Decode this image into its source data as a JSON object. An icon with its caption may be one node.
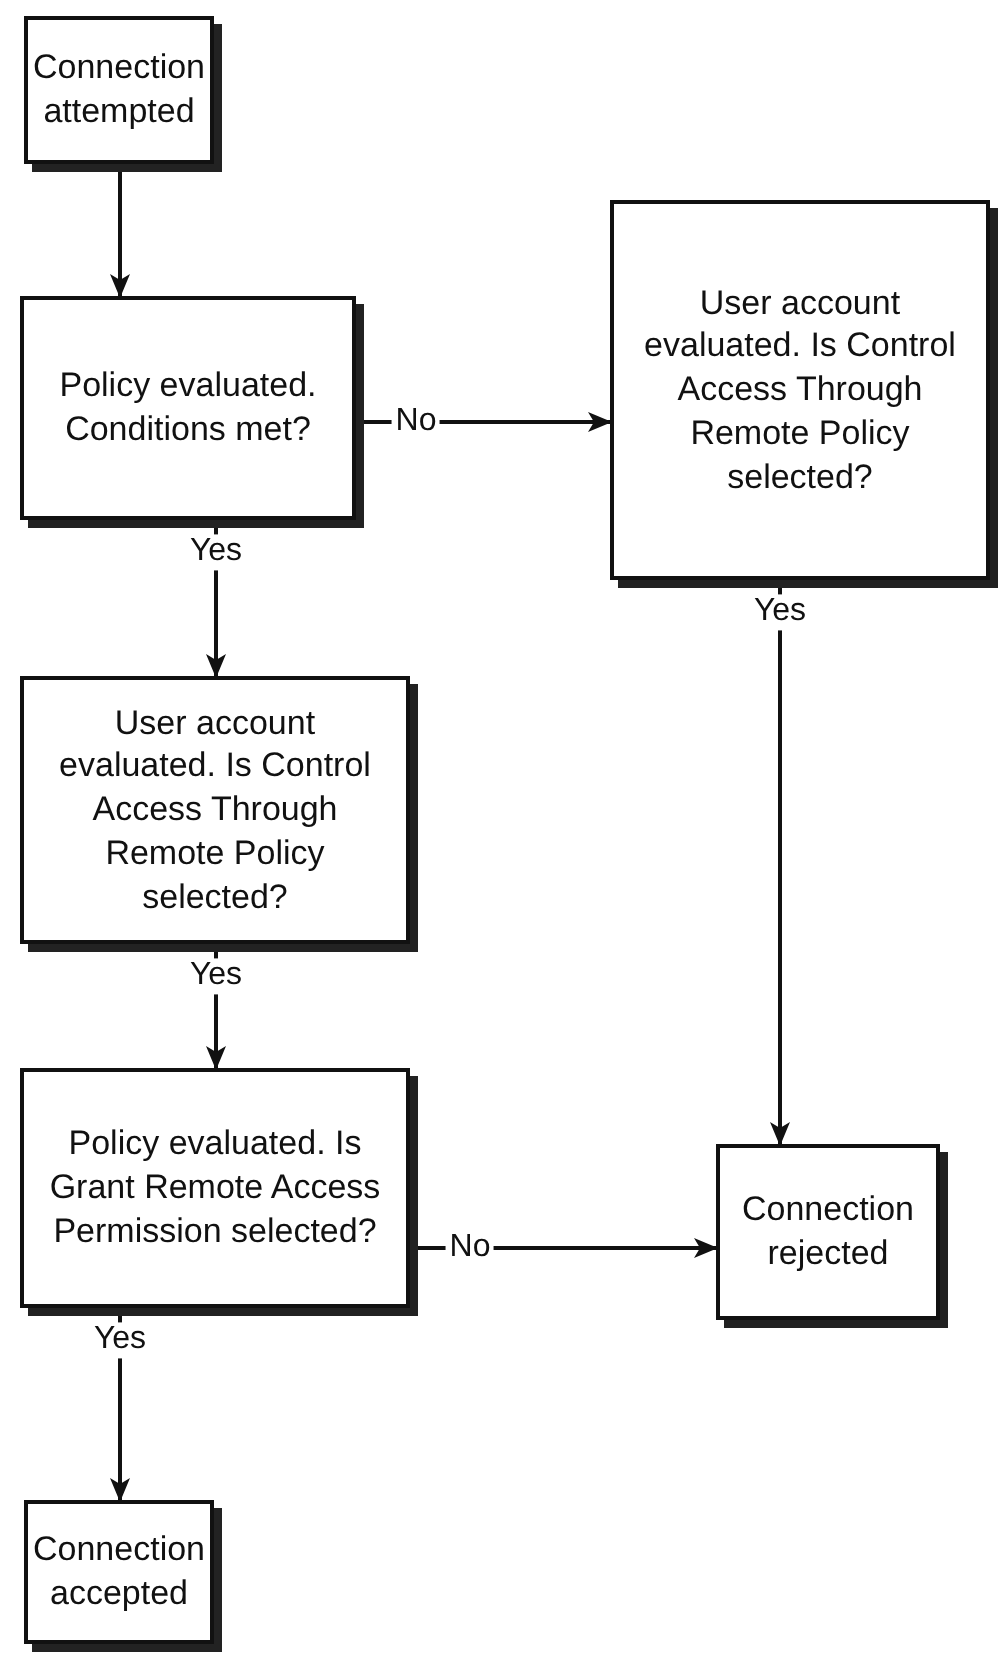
{
  "diagram": {
    "nodes": [
      {
        "text": [
          "Connection attempted"
        ]
      },
      {
        "text": [
          "Policy evaluated. Conditions met?"
        ]
      },
      {
        "text": [
          "User account evaluated. Is Control Access Through Remote Policy selected?"
        ]
      },
      {
        "text": [
          "User account evaluated. Is Control Access Through Remote Policy selected?"
        ]
      },
      {
        "text": [
          "Policy evaluated. Is Grant Remote Access Permission selected?"
        ]
      },
      {
        "text": [
          "Connection rejected"
        ]
      },
      {
        "text": [
          "Connection accepted"
        ]
      }
    ],
    "edges": [
      {
        "from": 0,
        "to": 1,
        "arrow": "to"
      },
      {
        "from": 1,
        "to": 2,
        "arrow": "to",
        "label": "No"
      },
      {
        "from": 1,
        "to": 3,
        "arrow": "to",
        "label": "Yes"
      },
      {
        "from": 2,
        "to": 5,
        "arrow": "to",
        "label": "Yes"
      },
      {
        "from": 3,
        "to": 4,
        "arrow": "to",
        "label": "Yes"
      },
      {
        "from": 4,
        "to": 5,
        "arrow": "to",
        "label": "No"
      },
      {
        "from": 4,
        "to": 6,
        "arrow": "to",
        "label": "Yes"
      }
    ]
  }
}
